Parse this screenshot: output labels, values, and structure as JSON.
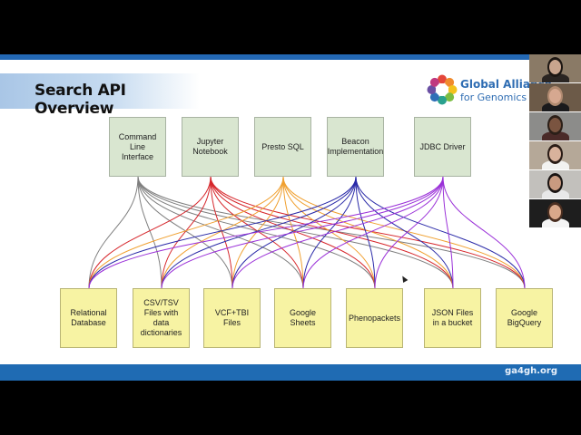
{
  "slide": {
    "title": "Search API Overview",
    "logo": {
      "name": "ga4gh-logo",
      "line1": "Global Alliance",
      "line2": "for Genomics & H",
      "ring_colors": [
        "#e4463a",
        "#f08a2c",
        "#f3c21c",
        "#7bbd42",
        "#2aa18e",
        "#2e6fb7",
        "#6a4fa3",
        "#c0397f"
      ]
    },
    "footer_url": "ga4gh.org",
    "colors": {
      "top_box_fill": "#d9e6d0",
      "bottom_box_fill": "#f7f3a3",
      "brand_blue": "#1f6bb3"
    },
    "clients": [
      {
        "label": "Command\nLine\nInterface",
        "line_color": "#7f7f7f"
      },
      {
        "label": "Jupyter\nNotebook",
        "line_color": "#d6262b"
      },
      {
        "label": "Presto SQL",
        "line_color": "#f0a030"
      },
      {
        "label": "Beacon\nImplementation",
        "line_color": "#2a2aa8"
      },
      {
        "label": "JDBC Driver",
        "line_color": "#9a30d8"
      }
    ],
    "sources": [
      {
        "label": "Relational\nDatabase"
      },
      {
        "label": "CSV/TSV\nFiles with\ndata\ndictionaries"
      },
      {
        "label": "VCF+TBI\nFiles"
      },
      {
        "label": "Google\nSheets"
      },
      {
        "label": "Phenopackets"
      },
      {
        "label": "JSON Files\nin a bucket"
      },
      {
        "label": "Google\nBigQuery"
      }
    ],
    "connections": "every client connects to every data source"
  },
  "participants": [
    {
      "name": "participant-1",
      "bg": "#8a7a66",
      "skin": "#c9a58e",
      "hair": "#1c1612",
      "shirt": "#2a2522"
    },
    {
      "name": "participant-2",
      "bg": "#6c5a48",
      "skin": "#d6a890",
      "hair": "#b08a70",
      "shirt": "#1a1a1c"
    },
    {
      "name": "participant-3",
      "bg": "#8c8c8a",
      "skin": "#7a5440",
      "hair": "#2b1f18",
      "shirt": "#4a2a28"
    },
    {
      "name": "participant-4",
      "bg": "#b5a898",
      "skin": "#d8b29c",
      "hair": "#2a1c16",
      "shirt": "#f2f2f0"
    },
    {
      "name": "participant-5",
      "bg": "#c2c0bc",
      "skin": "#c89a80",
      "hair": "#1a1412",
      "shirt": "#e8e8e8"
    },
    {
      "name": "participant-6",
      "bg": "#1e1e1e",
      "skin": "#d9a88a",
      "hair": "#4a2e20",
      "shirt": "#f4f4f4"
    }
  ]
}
